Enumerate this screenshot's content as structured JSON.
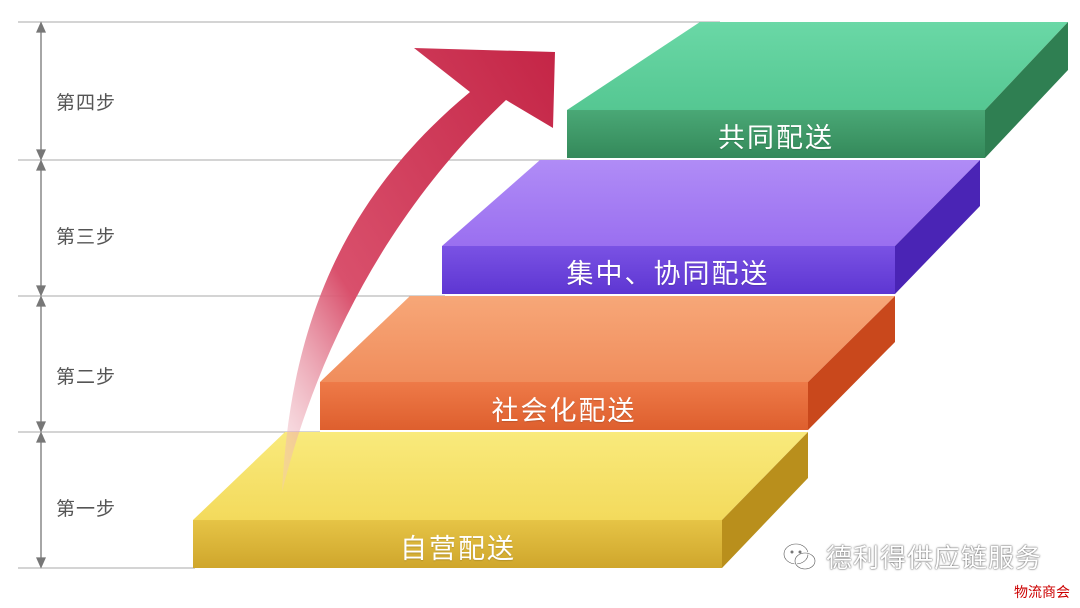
{
  "steps": [
    {
      "label": "第四步",
      "stair_text": "共同配送"
    },
    {
      "label": "第三步",
      "stair_text": "集中、协同配送"
    },
    {
      "label": "第二步",
      "stair_text": "社会化配送"
    },
    {
      "label": "第一步",
      "stair_text": "自营配送"
    }
  ],
  "watermark": {
    "text": "德利得供应链服务",
    "icon": "wechat-icon"
  },
  "corner_tag": {
    "text": "物流商会"
  },
  "colors": {
    "step4_top": "#5fcf9c",
    "step4_front": "#3e9a67",
    "step3_top": "#a77ef3",
    "step3_front": "#6c43dc",
    "step2_top": "#f49a6a",
    "step2_front": "#e46a3a",
    "step1_top": "#f6e26a",
    "step1_front": "#d9b436",
    "arrow": "#cc2f50",
    "guide_lines": "#9a9a9a"
  }
}
